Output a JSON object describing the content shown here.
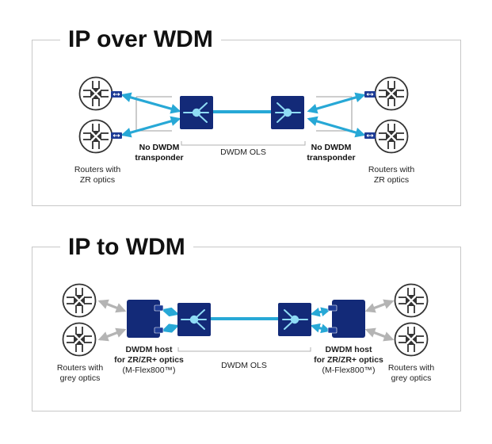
{
  "colors": {
    "navy": "#132a78",
    "navy_mid": "#1e3c96",
    "light_blue": "#27a8d6",
    "router_stroke": "#333333",
    "grey_arrow": "#b4b4b4",
    "olsline": "#27a8d6",
    "bracket": "#b0b0b0",
    "panel_border": "#c8c8c8"
  },
  "icons": {
    "router": "router-icon",
    "roadm": "roadm-node-icon",
    "optic": "optic-module-icon",
    "host": "dwdm-host-icon"
  },
  "top": {
    "title": "IP over WDM",
    "routers_left": [
      "Routers with",
      "ZR optics"
    ],
    "routers_right": [
      "Routers with",
      "ZR optics"
    ],
    "no_transponder_left": [
      "No DWDM",
      "transponder"
    ],
    "no_transponder_right": [
      "No DWDM",
      "transponder"
    ],
    "ols": "DWDM OLS"
  },
  "bottom": {
    "title": "IP to WDM",
    "routers_left": [
      "Routers with",
      "grey optics"
    ],
    "routers_right": [
      "Routers with",
      "grey optics"
    ],
    "host_left": [
      "DWDM host",
      "for ZR/ZR+ optics",
      "(M-Flex800™)"
    ],
    "host_right": [
      "DWDM host",
      "for ZR/ZR+ optics",
      "(M-Flex800™)"
    ],
    "ols": "DWDM OLS"
  }
}
